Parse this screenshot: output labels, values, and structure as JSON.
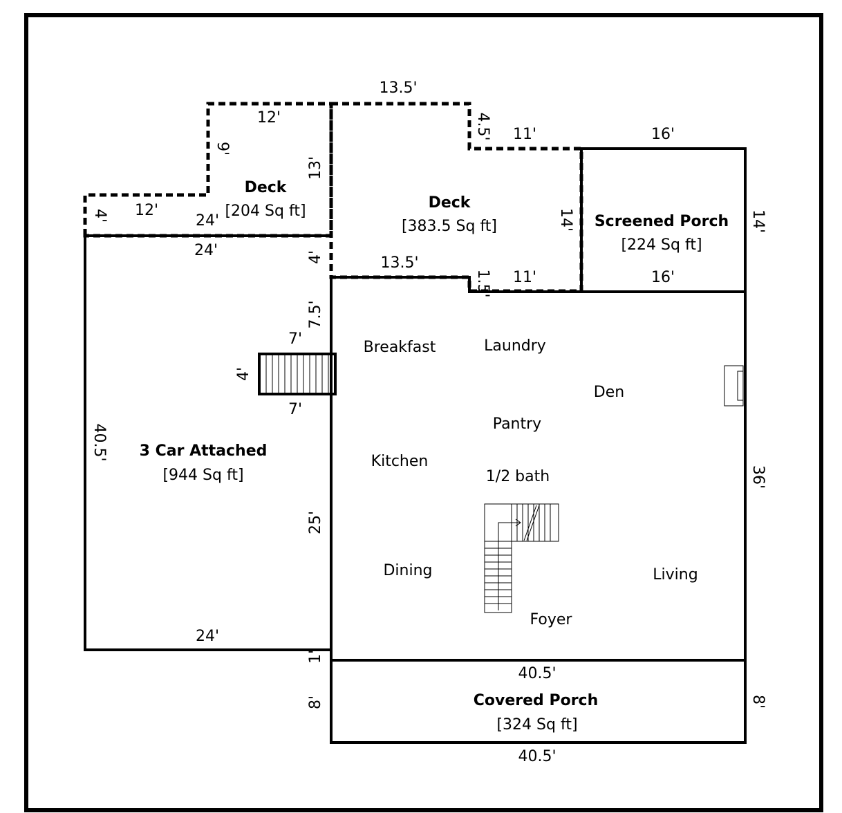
{
  "rooms": {
    "deck_left": {
      "name": "Deck",
      "area": "[204 Sq ft]"
    },
    "deck_right": {
      "name": "Deck",
      "area": "[383.5 Sq ft]"
    },
    "screened_porch": {
      "name": "Screened Porch",
      "area": "[224 Sq ft]"
    },
    "garage": {
      "name": "3 Car Attached",
      "area": "[944 Sq ft]"
    },
    "covered_porch": {
      "name": "Covered Porch",
      "area": "[324 Sq ft]"
    },
    "breakfast": "Breakfast",
    "laundry": "Laundry",
    "den": "Den",
    "pantry": "Pantry",
    "kitchen": "Kitchen",
    "half_bath": "1/2 bath",
    "dining": "Dining",
    "living": "Living",
    "foyer": "Foyer"
  },
  "dimensions": {
    "deck_top": "13.5'",
    "deck_left_top": "12'",
    "deck_left_side": "9'",
    "deck_left_inner": "13'",
    "deck_right_step": "4.5'",
    "deck_right_top": "11'",
    "deck_left_end": "4'",
    "deck_left_step": "12'",
    "deck_left_bottom_inner": "24'",
    "deck_left_bottom": "24'",
    "deck_right_side": "14'",
    "deck_right_left": "4'",
    "deck_right_bottom": "13.5'",
    "deck_right_step2": "1.5'",
    "deck_right_bottom2": "11'",
    "porch_top": "16'",
    "porch_side": "14'",
    "porch_bottom": "16'",
    "stair_offset": "7.5'",
    "stair_top": "7'",
    "stair_side": "4'",
    "stair_bottom": "7'",
    "garage_side": "40.5'",
    "garage_wall": "25'",
    "garage_bottom": "24'",
    "house_side": "36'",
    "gap": "1'",
    "covered_top": "40.5'",
    "covered_left": "8'",
    "covered_right": "8'",
    "covered_bottom": "40.5'"
  }
}
